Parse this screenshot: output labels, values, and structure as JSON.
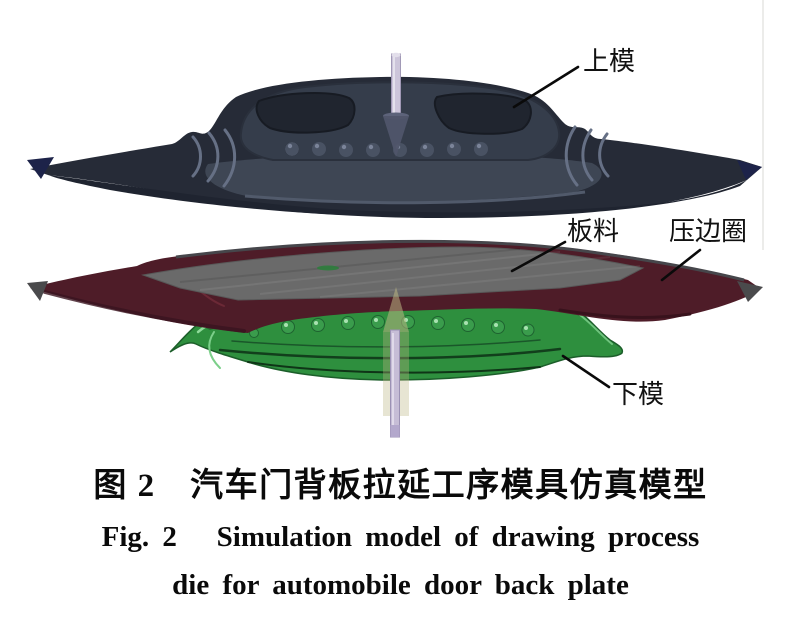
{
  "figure": {
    "part_labels": {
      "upper_die": "上模",
      "sheet": "板料",
      "blank_holder": "压边圈",
      "lower_die": "下模"
    },
    "captions": {
      "zh": "图 2　汽车门背板拉延工序模具仿真模型",
      "en_line1": "Fig. 2   Simulation model of drawing process",
      "en_line2": "die for automobile door back plate"
    },
    "colors": {
      "background": "#ffffff",
      "upper_die": "#262b37",
      "upper_die_face": "#3e4654",
      "upper_die_navy_tip": "#1d2349",
      "sheet_blank": "#6a6a6a",
      "blank_holder": "#4e1c28",
      "lower_die": "#2e8f3e",
      "pin_rod": "#c6bdd6",
      "arrow": "#50556a",
      "label_text": "#111111"
    }
  }
}
